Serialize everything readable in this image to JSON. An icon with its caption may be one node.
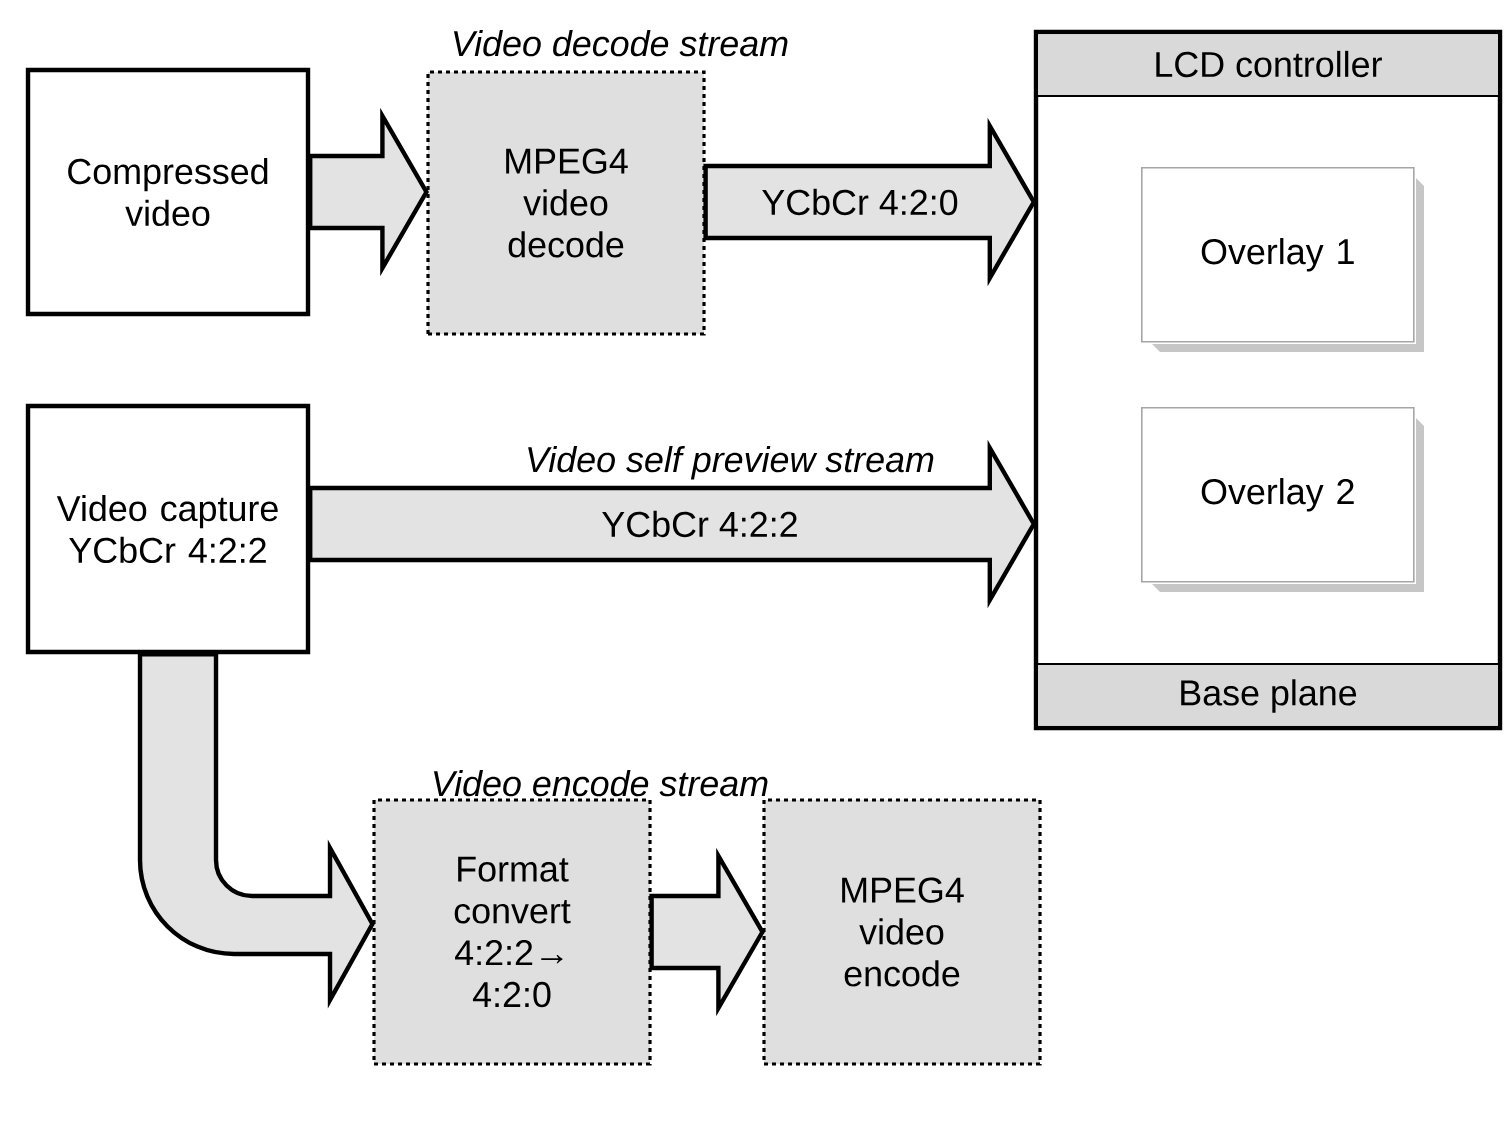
{
  "diagram": {
    "nodes": [
      {
        "text": [
          "Compressed video"
        ]
      },
      {
        "text": [
          "MPEG4 video decode"
        ]
      },
      {
        "text": [
          "LCD controller",
          "Base plane"
        ]
      },
      {
        "text": [
          "Overlay 1"
        ],
        "in": 2
      },
      {
        "text": [
          "Overlay 2"
        ],
        "in": 2
      },
      {
        "text": [
          "Video capture YCbCr 4:2:2"
        ]
      },
      {
        "text": [
          "Format convert 4:2:2→ 4:2:0"
        ]
      },
      {
        "text": [
          "MPEG4 video encode"
        ]
      }
    ],
    "edges": [
      {
        "from": 0,
        "to": 1,
        "arrow": "to"
      },
      {
        "from": 1,
        "to": 2,
        "arrow": "to",
        "label": "YCbCr 4:2:0"
      },
      {
        "from": 5,
        "to": 2,
        "arrow": "to",
        "label": "YCbCr 4:2:2"
      },
      {
        "from": 5,
        "to": 6,
        "arrow": "to"
      },
      {
        "from": 6,
        "to": 7,
        "arrow": "to"
      }
    ],
    "labels": [
      "Video decode stream",
      "Video self preview stream",
      "Video encode stream"
    ]
  }
}
